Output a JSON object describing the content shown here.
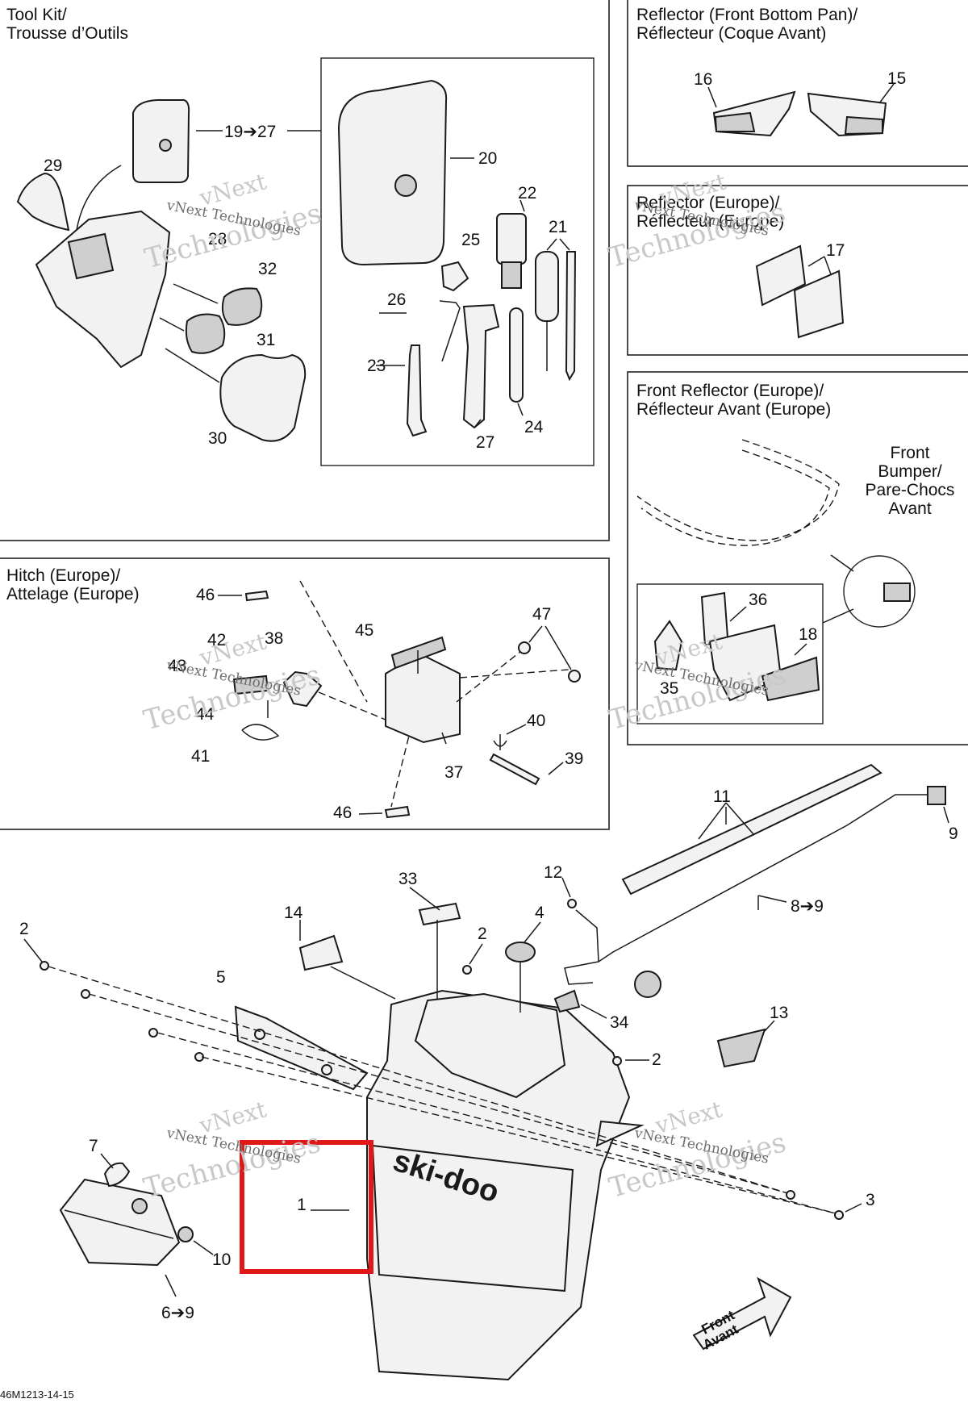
{
  "diagram": {
    "panels": {
      "toolkit": {
        "title_line1": "Tool Kit/",
        "title_line2": "Trousse d’Outils"
      },
      "reflector_pan": {
        "title_line1": "Reflector (Front Bottom Pan)/",
        "title_line2": "Réflecteur (Coque Avant)"
      },
      "reflector_europe": {
        "title_line1": "Reflector (Europe)/",
        "title_line2": "Réflecteur (Europe)"
      },
      "front_reflector": {
        "title_line1": "Front Reflector (Europe)/",
        "title_line2": "Réflecteur Avant (Europe)"
      },
      "hitch": {
        "title_line1": "Hitch (Europe)/",
        "title_line2": "Attelage (Europe)"
      }
    },
    "bumper_label": [
      "Front",
      "Bumper/",
      "Pare-Chocs",
      "Avant"
    ],
    "parts": {
      "p1": "1",
      "p2a": "2",
      "p2b": "2",
      "p2c": "2",
      "p3": "3",
      "p4": "4",
      "p5": "5",
      "p6_9": "6➔9",
      "p7": "7",
      "p8_9": "8➔9",
      "p9": "9",
      "p10": "10",
      "p11": "11",
      "p12": "12",
      "p13": "13",
      "p14": "14",
      "p15": "15",
      "p16": "16",
      "p17": "17",
      "p18": "18",
      "p19_27": "19➔27",
      "p20": "20",
      "p21": "21",
      "p22": "22",
      "p23": "23",
      "p24": "24",
      "p25": "25",
      "p26": "26",
      "p27": "27",
      "p28": "28",
      "p29": "29",
      "p30": "30",
      "p31": "31",
      "p32": "32",
      "p33": "33",
      "p34": "34",
      "p35": "35",
      "p36": "36",
      "p37": "37",
      "p38": "38",
      "p39": "39",
      "p40": "40",
      "p41": "41",
      "p42": "42",
      "p43": "43",
      "p44": "44",
      "p45": "45",
      "p46a": "46",
      "p46b": "46",
      "p47": "47"
    },
    "brand_logo": "ski-doo",
    "front_arrow_line1": "Front",
    "front_arrow_line2": "Avant",
    "watermark_line1": "vNext",
    "watermark_line2": "Technologies",
    "watermark_small": "vNext Technologies",
    "reference_code": "46M1213-14-15",
    "highlight_color": "#e01818"
  }
}
